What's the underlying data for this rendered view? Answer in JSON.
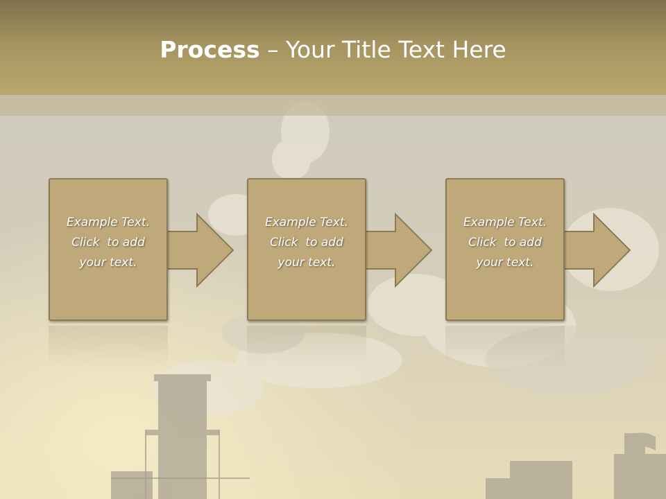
{
  "slide": {
    "title_bold": "Process",
    "title_rest": " – Your Title Text Here",
    "steps": [
      {
        "text": "Example Text.\nClick  to add\nyour text."
      },
      {
        "text": "Example Text.\nClick  to add\nyour text."
      },
      {
        "text": "Example Text.\nClick  to add\nyour text."
      }
    ]
  },
  "colors": {
    "title_bar": "#a4935f",
    "box_fill": "#bfa97a",
    "box_border": "#8b7b55",
    "arrow_fill": "#bfa97a"
  }
}
